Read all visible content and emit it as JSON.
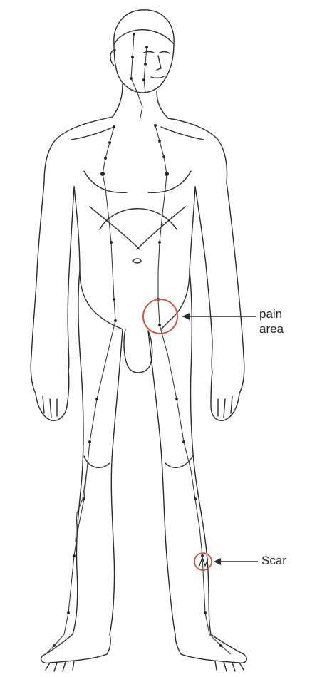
{
  "annotations": {
    "pain_label_line1": "pain",
    "pain_label_line2": "area",
    "scar_label": "Scar"
  },
  "colors": {
    "outline": "#2b2b2b",
    "meridian": "#3a3a3a",
    "highlight": "#d2553a",
    "background": "#ffffff"
  }
}
